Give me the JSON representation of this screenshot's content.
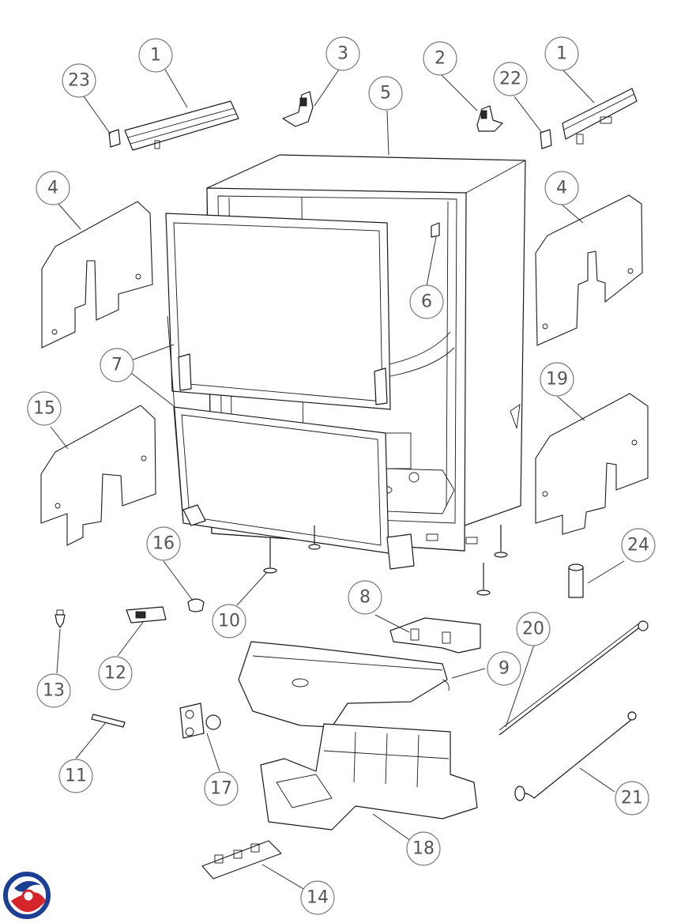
{
  "callouts": [
    {
      "label": "1"
    },
    {
      "label": "23"
    },
    {
      "label": "3"
    },
    {
      "label": "2"
    },
    {
      "label": "1"
    },
    {
      "label": "22"
    },
    {
      "label": "5"
    },
    {
      "label": "4"
    },
    {
      "label": "4"
    },
    {
      "label": "6"
    },
    {
      "label": "7"
    },
    {
      "label": "15"
    },
    {
      "label": "19"
    },
    {
      "label": "16"
    },
    {
      "label": "10"
    },
    {
      "label": "24"
    },
    {
      "label": "8"
    },
    {
      "label": "20"
    },
    {
      "label": "9"
    },
    {
      "label": "13"
    },
    {
      "label": "12"
    },
    {
      "label": "11"
    },
    {
      "label": "17"
    },
    {
      "label": "21"
    },
    {
      "label": "18"
    },
    {
      "label": "14"
    }
  ],
  "colors": {
    "logo_blue": "#1c3f94",
    "logo_red": "#d6242b",
    "callout_stroke": "#7a7a7a"
  },
  "logo": {
    "name": "brand-logo-icon"
  }
}
